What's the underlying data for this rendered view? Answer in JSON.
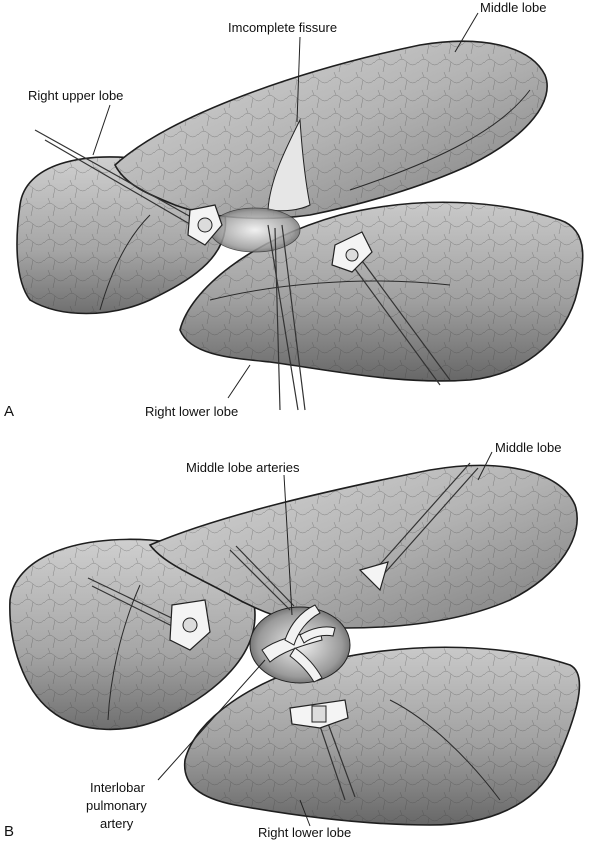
{
  "panel_a": {
    "letter": "A",
    "labels": {
      "incomplete_fissure": "Imcomplete fissure",
      "middle_lobe": "Middle lobe",
      "right_upper_lobe": "Right upper lobe",
      "right_lower_lobe": "Right lower lobe"
    }
  },
  "panel_b": {
    "letter": "B",
    "labels": {
      "middle_lobe_arteries": "Middle lobe arteries",
      "middle_lobe": "Middle lobe",
      "interlobar_line1": "Interlobar",
      "interlobar_line2": "pulmonary",
      "interlobar_line3": "artery",
      "right_lower_lobe": "Right lower lobe"
    }
  },
  "colors": {
    "lobe_fill_light": "#d9d9d9",
    "lobe_fill_mid": "#a9a9a9",
    "lobe_fill_dark": "#6e6e6e",
    "ink": "#111111"
  }
}
